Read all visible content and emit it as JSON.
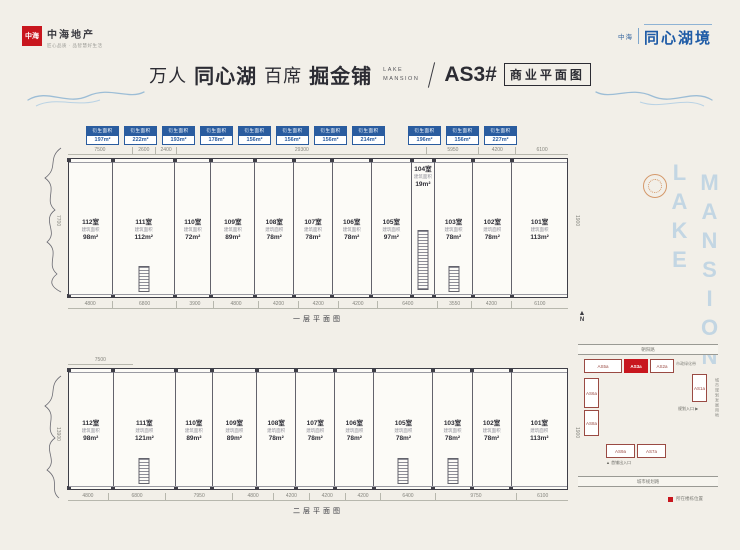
{
  "header": {
    "logo_mark": "中海",
    "logo_name": "中海地产",
    "logo_tagline": "匠心品质 · 品智慧好生活",
    "brand_prefix": "中海",
    "brand_name": "同心湖境"
  },
  "title": {
    "seg1": "万人",
    "seg1_bold": "同心湖",
    "seg2": "百席",
    "seg2_bold": "掘金铺",
    "en_line1": "LAKE",
    "en_line2": "MANSION",
    "block_code": "AS3#",
    "block_label": "商业平面图"
  },
  "plan1": {
    "caption": "一层平面图",
    "left_dim": "7700",
    "right_dim": "1900",
    "tags": [
      {
        "label": "衍生面积",
        "value": "197m²"
      },
      {
        "label": "衍生面积",
        "value": "222m²"
      },
      {
        "label": "衍生面积",
        "value": "193m²"
      },
      {
        "label": "衍生面积",
        "value": "178m²"
      },
      {
        "label": "衍生面积",
        "value": "156m²"
      },
      {
        "label": "衍生面积",
        "value": "156m²"
      },
      {
        "label": "衍生面积",
        "value": "156m²"
      },
      {
        "label": "衍生面积",
        "value": "214m²"
      },
      {
        "label": "衍生面积",
        "value": "196m²",
        "style": "margin-left:18px"
      },
      {
        "label": "衍生面积",
        "value": "156m²"
      },
      {
        "label": "衍生面积",
        "value": "227m²"
      }
    ],
    "top_dims": [
      {
        "v": "7500",
        "style": "flex-grow:7.5"
      },
      {
        "v": "2600",
        "style": "flex-grow:2.6"
      },
      {
        "v": "2400",
        "style": "flex-grow:2.4"
      },
      {
        "v": "29300",
        "style": "flex-grow:29.3"
      },
      {
        "v": "5950",
        "style": "flex-grow:6.0"
      },
      {
        "v": "4200",
        "style": "flex-grow:4.2"
      },
      {
        "v": "6100",
        "style": "flex-grow:6.1"
      }
    ],
    "units": [
      {
        "room": "112室",
        "areaLabel": "建筑面积",
        "area": "98m²",
        "style": "flex-grow:4.8"
      },
      {
        "room": "111室",
        "areaLabel": "建筑面积",
        "area": "112m²",
        "style": "flex-grow:6.8",
        "cls": "has-stair"
      },
      {
        "room": "110室",
        "areaLabel": "建筑面积",
        "area": "72m²",
        "style": "flex-grow:3.9"
      },
      {
        "room": "109室",
        "areaLabel": "建筑面积",
        "area": "89m²",
        "style": "flex-grow:4.8"
      },
      {
        "room": "108室",
        "areaLabel": "建筑面积",
        "area": "78m²",
        "style": "flex-grow:4.2"
      },
      {
        "room": "107室",
        "areaLabel": "建筑面积",
        "area": "78m²",
        "style": "flex-grow:4.2"
      },
      {
        "room": "106室",
        "areaLabel": "建筑面积",
        "area": "78m²",
        "style": "flex-grow:4.2"
      },
      {
        "room": "105室",
        "areaLabel": "建筑面积",
        "area": "97m²",
        "style": "flex-grow:4.4"
      },
      {
        "room": "104室",
        "areaLabel": "建筑面积",
        "area": "19m²",
        "style": "flex-grow:2.4",
        "cls": "mezz has-stair"
      },
      {
        "room": "103室",
        "areaLabel": "建筑面积",
        "area": "78m²",
        "style": "flex-grow:4.2",
        "cls": "has-stair"
      },
      {
        "room": "102室",
        "areaLabel": "建筑面积",
        "area": "78m²",
        "style": "flex-grow:4.2"
      },
      {
        "room": "101室",
        "areaLabel": "建筑面积",
        "area": "113m²",
        "style": "flex-grow:6.1"
      }
    ],
    "bottom_dims": [
      {
        "v": "4800",
        "style": "flex-grow:4.8"
      },
      {
        "v": "6800",
        "style": "flex-grow:6.8"
      },
      {
        "v": "3900",
        "style": "flex-grow:3.9"
      },
      {
        "v": "4800",
        "style": "flex-grow:4.8"
      },
      {
        "v": "4200",
        "style": "flex-grow:4.2"
      },
      {
        "v": "4200",
        "style": "flex-grow:4.2"
      },
      {
        "v": "4200",
        "style": "flex-grow:4.2"
      },
      {
        "v": "6400",
        "style": "flex-grow:6.4"
      },
      {
        "v": "3550",
        "style": "flex-grow:3.55"
      },
      {
        "v": "4200",
        "style": "flex-grow:4.2"
      },
      {
        "v": "6100",
        "style": "flex-grow:6.1"
      }
    ]
  },
  "plan2": {
    "caption": "二层平面图",
    "left_dim": "13900",
    "right_dim": "1900",
    "top_dims": [
      {
        "v": "7500",
        "style": "flex-grow:7.5"
      },
      {
        "v": "",
        "style": "flex-grow:50.5;border-bottom:none;border-left:none"
      }
    ],
    "units": [
      {
        "room": "112室",
        "areaLabel": "建筑面积",
        "area": "98m²",
        "style": "flex-grow:4.8"
      },
      {
        "room": "111室",
        "areaLabel": "建筑面积",
        "area": "121m²",
        "style": "flex-grow:6.8",
        "cls": "has-stair"
      },
      {
        "room": "110室",
        "areaLabel": "建筑面积",
        "area": "89m²",
        "style": "flex-grow:3.9"
      },
      {
        "room": "109室",
        "areaLabel": "建筑面积",
        "area": "89m²",
        "style": "flex-grow:4.8"
      },
      {
        "room": "108室",
        "areaLabel": "建筑面积",
        "area": "78m²",
        "style": "flex-grow:4.2"
      },
      {
        "room": "107室",
        "areaLabel": "建筑面积",
        "area": "78m²",
        "style": "flex-grow:4.2"
      },
      {
        "room": "106室",
        "areaLabel": "建筑面积",
        "area": "78m²",
        "style": "flex-grow:4.2"
      },
      {
        "room": "105室",
        "areaLabel": "建筑面积",
        "area": "78m²",
        "style": "flex-grow:6.4",
        "cls": "has-stair"
      },
      {
        "room": "103室",
        "areaLabel": "建筑面积",
        "area": "78m²",
        "style": "flex-grow:4.2",
        "cls": "has-stair"
      },
      {
        "room": "102室",
        "areaLabel": "建筑面积",
        "area": "78m²",
        "style": "flex-grow:4.2"
      },
      {
        "room": "101室",
        "areaLabel": "建筑面积",
        "area": "113m²",
        "style": "flex-grow:6.1"
      }
    ],
    "bottom_dims": [
      {
        "v": "4800",
        "style": "flex-grow:4.8"
      },
      {
        "v": "6800",
        "style": "flex-grow:6.8"
      },
      {
        "v": "7950",
        "style": "flex-grow:7.95"
      },
      {
        "v": "4800",
        "style": "flex-grow:4.8"
      },
      {
        "v": "4200",
        "style": "flex-grow:4.2"
      },
      {
        "v": "4200",
        "style": "flex-grow:4.2"
      },
      {
        "v": "4200",
        "style": "flex-grow:4.2"
      },
      {
        "v": "6400",
        "style": "flex-grow:6.4"
      },
      {
        "v": "9750",
        "style": "flex-grow:9.75"
      },
      {
        "v": "6100",
        "style": "flex-grow:6.1"
      }
    ]
  },
  "side": {
    "word1": "LAKE",
    "word2": "MANSION"
  },
  "sitemap": {
    "north_arrow": "▲",
    "north_label": "N",
    "items": [
      {
        "label": "朝阳路",
        "cls": "sroad",
        "style": "left:0;top:0;width:140px;height:9px;line-height:9px"
      },
      {
        "label": "AS5a",
        "cls": "sbox",
        "style": "left:6px;top:15px;width:36px;height:12px"
      },
      {
        "label": "AS3a",
        "cls": "sbox red",
        "style": "left:46px;top:15px;width:22px;height:12px"
      },
      {
        "label": "AS2a",
        "cls": "sbox",
        "style": "left:72px;top:15px;width:22px;height:12px"
      },
      {
        "label": "市政绿化带",
        "cls": "snote",
        "style": "left:98px;top:17px;width:40px"
      },
      {
        "label": "AS1a",
        "cls": "sbox",
        "style": "left:114px;top:30px;width:13px;height:26px"
      },
      {
        "label": "规划入口 ▶",
        "cls": "smark",
        "style": "left:100px;top:62px;width:38px"
      },
      {
        "label": "AS6a",
        "cls": "sbox",
        "style": "left:6px;top:34px;width:13px;height:28px"
      },
      {
        "label": "AS8a",
        "cls": "sbox",
        "style": "left:6px;top:66px;width:13px;height:24px"
      },
      {
        "label": "AS9a",
        "cls": "sbox",
        "style": "left:28px;top:100px;width:27px;height:12px"
      },
      {
        "label": "AS7a",
        "cls": "sbox",
        "style": "left:59px;top:100px;width:27px;height:12px"
      },
      {
        "label": "▲ 首铺出入口",
        "cls": "smark",
        "style": "left:28px;top:116px;width:60px"
      },
      {
        "label": "城市规划发展用地",
        "cls": "svert",
        "style": "right:-2px;top:34px;height:84px"
      },
      {
        "label": "城市规划路",
        "cls": "sroad",
        "style": "left:0;top:132px;width:140px;height:9px;line-height:9px"
      }
    ],
    "legend_label": "所在楼栋位置"
  }
}
